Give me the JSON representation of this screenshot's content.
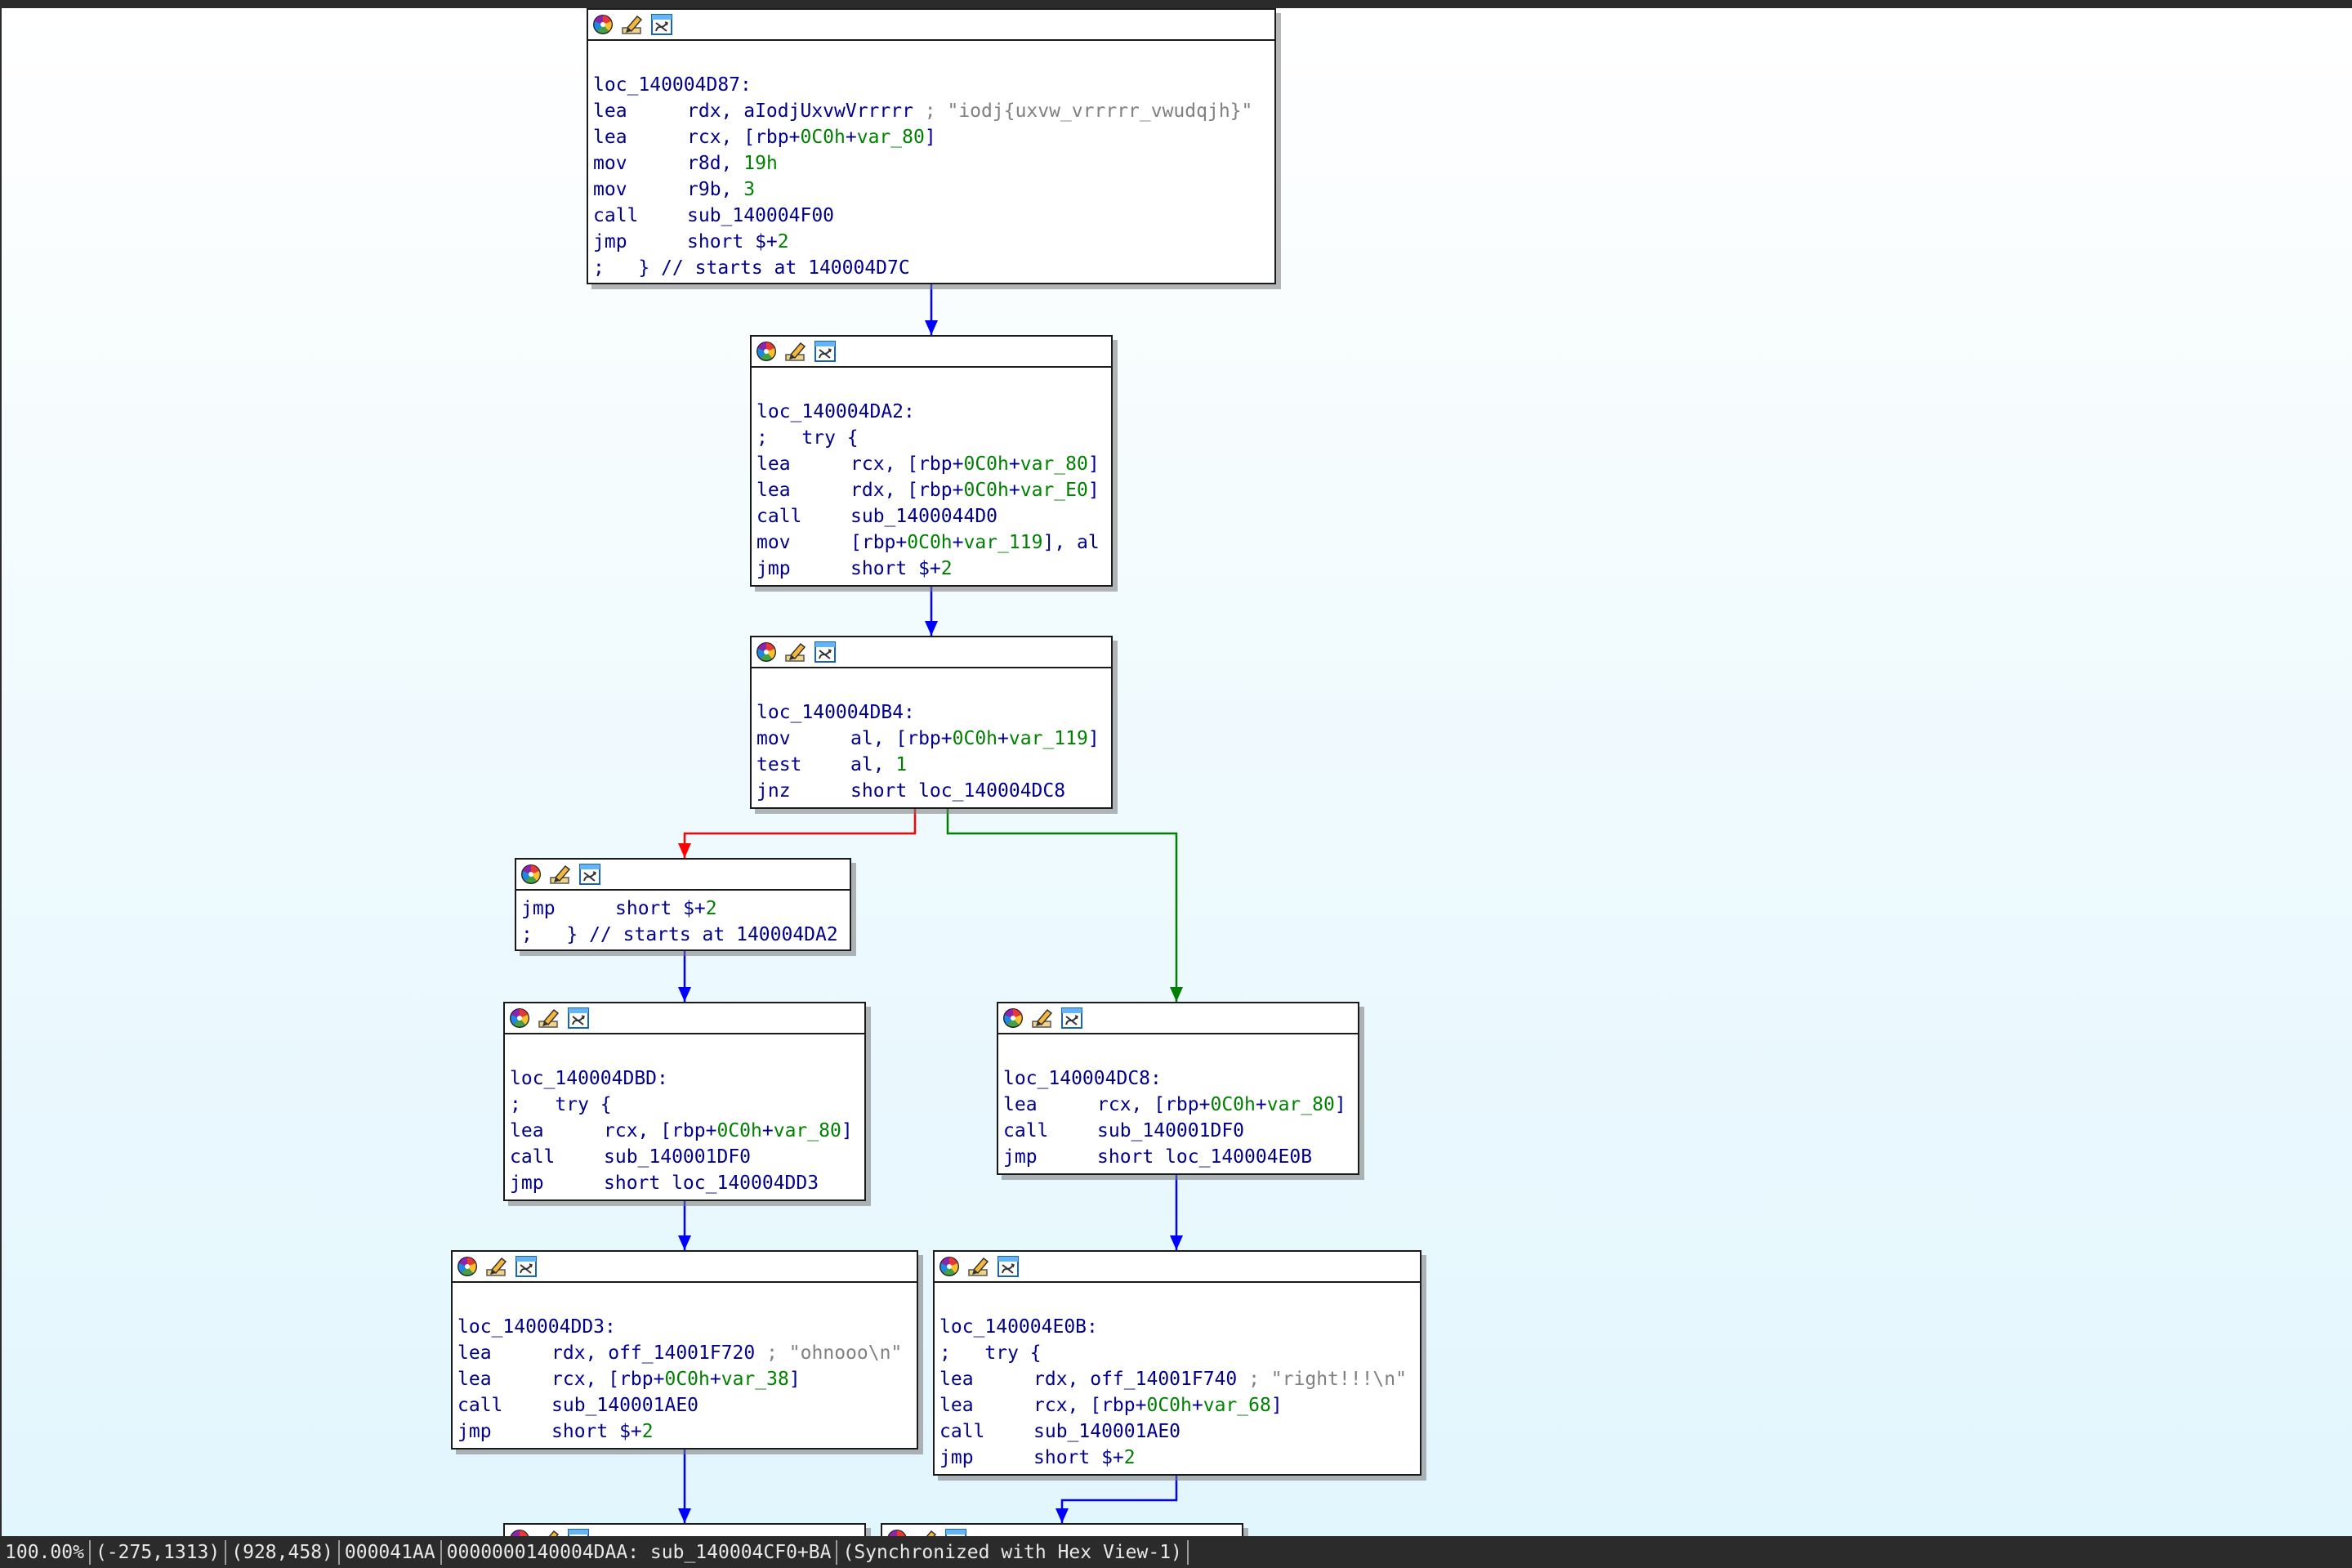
{
  "nodes": [
    {
      "id": "n1",
      "lines": [
        {
          "t": "blank"
        },
        {
          "t": "label",
          "text": "loc_140004D87:"
        },
        {
          "t": "ins",
          "mn": "lea",
          "parts": [
            {
              "c": "op",
              "s": "rdx, aIodjUxvwVrrrrr "
            },
            {
              "c": "cmt",
              "s": "; \"iodj{uxvw_vrrrrr_vwudqjh}\""
            }
          ]
        },
        {
          "t": "ins",
          "mn": "lea",
          "parts": [
            {
              "c": "op",
              "s": "rcx, [rbp+"
            },
            {
              "c": "num",
              "s": "0C0h"
            },
            {
              "c": "op",
              "s": "+"
            },
            {
              "c": "num",
              "s": "var_80"
            },
            {
              "c": "op",
              "s": "]"
            }
          ]
        },
        {
          "t": "ins",
          "mn": "mov",
          "parts": [
            {
              "c": "op",
              "s": "r8d, "
            },
            {
              "c": "num",
              "s": "19h"
            }
          ]
        },
        {
          "t": "ins",
          "mn": "mov",
          "parts": [
            {
              "c": "op",
              "s": "r9b, "
            },
            {
              "c": "num",
              "s": "3"
            }
          ]
        },
        {
          "t": "ins",
          "mn": "call",
          "parts": [
            {
              "c": "op",
              "s": "sub_140004F00"
            }
          ]
        },
        {
          "t": "ins",
          "mn": "jmp",
          "parts": [
            {
              "c": "op",
              "s": "short $+"
            },
            {
              "c": "num",
              "s": "2"
            }
          ]
        },
        {
          "t": "raw",
          "parts": [
            {
              "c": "op",
              "s": ";   } // starts at 140004D7C"
            }
          ]
        }
      ]
    },
    {
      "id": "n2",
      "lines": [
        {
          "t": "blank"
        },
        {
          "t": "label",
          "text": "loc_140004DA2:"
        },
        {
          "t": "raw",
          "parts": [
            {
              "c": "op",
              "s": ";   try {"
            }
          ]
        },
        {
          "t": "ins",
          "mn": "lea",
          "parts": [
            {
              "c": "op",
              "s": "rcx, [rbp+"
            },
            {
              "c": "num",
              "s": "0C0h"
            },
            {
              "c": "op",
              "s": "+"
            },
            {
              "c": "num",
              "s": "var_80"
            },
            {
              "c": "op",
              "s": "]"
            }
          ]
        },
        {
          "t": "ins",
          "mn": "lea",
          "parts": [
            {
              "c": "op",
              "s": "rdx, [rbp+"
            },
            {
              "c": "num",
              "s": "0C0h"
            },
            {
              "c": "op",
              "s": "+"
            },
            {
              "c": "num",
              "s": "var_E0"
            },
            {
              "c": "op",
              "s": "]"
            }
          ]
        },
        {
          "t": "ins",
          "mn": "call",
          "parts": [
            {
              "c": "op",
              "s": "sub_1400044D0"
            }
          ]
        },
        {
          "t": "ins",
          "mn": "mov",
          "parts": [
            {
              "c": "op",
              "s": "[rbp+"
            },
            {
              "c": "num",
              "s": "0C0h"
            },
            {
              "c": "op",
              "s": "+"
            },
            {
              "c": "num",
              "s": "var_119"
            },
            {
              "c": "op",
              "s": "], al"
            }
          ]
        },
        {
          "t": "ins",
          "mn": "jmp",
          "parts": [
            {
              "c": "op",
              "s": "short $+"
            },
            {
              "c": "num",
              "s": "2"
            }
          ]
        }
      ]
    },
    {
      "id": "n3",
      "lines": [
        {
          "t": "blank"
        },
        {
          "t": "label",
          "text": "loc_140004DB4:"
        },
        {
          "t": "ins",
          "mn": "mov",
          "parts": [
            {
              "c": "op",
              "s": "al, [rbp+"
            },
            {
              "c": "num",
              "s": "0C0h"
            },
            {
              "c": "op",
              "s": "+"
            },
            {
              "c": "num",
              "s": "var_119"
            },
            {
              "c": "op",
              "s": "]"
            }
          ]
        },
        {
          "t": "ins",
          "mn": "test",
          "parts": [
            {
              "c": "op",
              "s": "al, "
            },
            {
              "c": "num",
              "s": "1"
            }
          ]
        },
        {
          "t": "ins",
          "mn": "jnz",
          "parts": [
            {
              "c": "op",
              "s": "short loc_140004DC8"
            }
          ]
        }
      ]
    },
    {
      "id": "n4",
      "lines": [
        {
          "t": "ins",
          "mn": "jmp",
          "parts": [
            {
              "c": "op",
              "s": "short $+"
            },
            {
              "c": "num",
              "s": "2"
            }
          ]
        },
        {
          "t": "raw",
          "parts": [
            {
              "c": "op",
              "s": ";   } // starts at 140004DA2"
            }
          ]
        }
      ]
    },
    {
      "id": "n5",
      "lines": [
        {
          "t": "blank"
        },
        {
          "t": "label",
          "text": "loc_140004DBD:"
        },
        {
          "t": "raw",
          "parts": [
            {
              "c": "op",
              "s": ";   try {"
            }
          ]
        },
        {
          "t": "ins",
          "mn": "lea",
          "parts": [
            {
              "c": "op",
              "s": "rcx, [rbp+"
            },
            {
              "c": "num",
              "s": "0C0h"
            },
            {
              "c": "op",
              "s": "+"
            },
            {
              "c": "num",
              "s": "var_80"
            },
            {
              "c": "op",
              "s": "]"
            }
          ]
        },
        {
          "t": "ins",
          "mn": "call",
          "parts": [
            {
              "c": "op",
              "s": "sub_140001DF0"
            }
          ]
        },
        {
          "t": "ins",
          "mn": "jmp",
          "parts": [
            {
              "c": "op",
              "s": "short loc_140004DD3"
            }
          ]
        }
      ]
    },
    {
      "id": "n6",
      "lines": [
        {
          "t": "blank"
        },
        {
          "t": "label",
          "text": "loc_140004DC8:"
        },
        {
          "t": "ins",
          "mn": "lea",
          "parts": [
            {
              "c": "op",
              "s": "rcx, [rbp+"
            },
            {
              "c": "num",
              "s": "0C0h"
            },
            {
              "c": "op",
              "s": "+"
            },
            {
              "c": "num",
              "s": "var_80"
            },
            {
              "c": "op",
              "s": "]"
            }
          ]
        },
        {
          "t": "ins",
          "mn": "call",
          "parts": [
            {
              "c": "op",
              "s": "sub_140001DF0"
            }
          ]
        },
        {
          "t": "ins",
          "mn": "jmp",
          "parts": [
            {
              "c": "op",
              "s": "short loc_140004E0B"
            }
          ]
        }
      ]
    },
    {
      "id": "n7",
      "lines": [
        {
          "t": "blank"
        },
        {
          "t": "label",
          "text": "loc_140004DD3:"
        },
        {
          "t": "ins",
          "mn": "lea",
          "parts": [
            {
              "c": "op",
              "s": "rdx, off_14001F720 "
            },
            {
              "c": "cmt",
              "s": "; \"ohnooo\\n\""
            }
          ]
        },
        {
          "t": "ins",
          "mn": "lea",
          "parts": [
            {
              "c": "op",
              "s": "rcx, [rbp+"
            },
            {
              "c": "num",
              "s": "0C0h"
            },
            {
              "c": "op",
              "s": "+"
            },
            {
              "c": "num",
              "s": "var_38"
            },
            {
              "c": "op",
              "s": "]"
            }
          ]
        },
        {
          "t": "ins",
          "mn": "call",
          "parts": [
            {
              "c": "op",
              "s": "sub_140001AE0"
            }
          ]
        },
        {
          "t": "ins",
          "mn": "jmp",
          "parts": [
            {
              "c": "op",
              "s": "short $+"
            },
            {
              "c": "num",
              "s": "2"
            }
          ]
        }
      ]
    },
    {
      "id": "n8",
      "lines": [
        {
          "t": "blank"
        },
        {
          "t": "label",
          "text": "loc_140004E0B:"
        },
        {
          "t": "raw",
          "parts": [
            {
              "c": "op",
              "s": ";   try {"
            }
          ]
        },
        {
          "t": "ins",
          "mn": "lea",
          "parts": [
            {
              "c": "op",
              "s": "rdx, off_14001F740 "
            },
            {
              "c": "cmt",
              "s": "; \"right!!!\\n\""
            }
          ]
        },
        {
          "t": "ins",
          "mn": "lea",
          "parts": [
            {
              "c": "op",
              "s": "rcx, [rbp+"
            },
            {
              "c": "num",
              "s": "0C0h"
            },
            {
              "c": "op",
              "s": "+"
            },
            {
              "c": "num",
              "s": "var_68"
            },
            {
              "c": "op",
              "s": "]"
            }
          ]
        },
        {
          "t": "ins",
          "mn": "call",
          "parts": [
            {
              "c": "op",
              "s": "sub_140001AE0"
            }
          ]
        },
        {
          "t": "ins",
          "mn": "jmp",
          "parts": [
            {
              "c": "op",
              "s": "short $+"
            },
            {
              "c": "num",
              "s": "2"
            }
          ]
        }
      ]
    },
    {
      "id": "n9",
      "lines": []
    },
    {
      "id": "n10",
      "lines": []
    }
  ],
  "header_icons": [
    "color-palette-icon",
    "rename-pencil-icon",
    "graph-layout-icon"
  ],
  "edge_colors": {
    "normal": "#0000ff",
    "branch_taken": "#008000",
    "branch_not_taken": "#ff0000"
  },
  "statusbar": {
    "zoom": "100.00%",
    "coords1": "(-275,1313)",
    "coords2": "(928,458)",
    "offset": "000041AA",
    "address": "0000000140004DAA: sub_140004CF0+BA",
    "sync": "(Synchronized with Hex View-1)"
  }
}
